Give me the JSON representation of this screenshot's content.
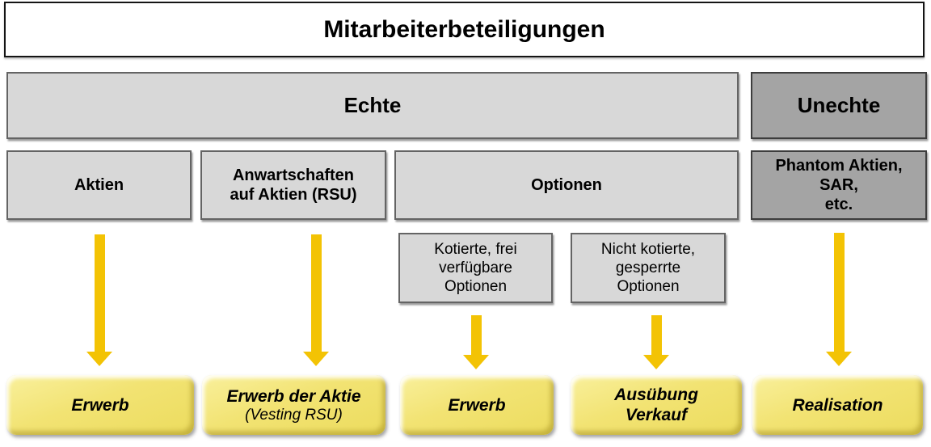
{
  "title": "Mitarbeiterbeteiligungen",
  "colors": {
    "light_gray": "#D8D8D8",
    "dark_gray": "#A4A4A4",
    "arrow_gold": "#F3C304",
    "box_yellow": "#F2E373"
  },
  "level2": [
    {
      "id": "echte",
      "label": "Echte",
      "variant": "light"
    },
    {
      "id": "unechte",
      "label": "Unechte",
      "variant": "dark"
    }
  ],
  "level3": [
    {
      "id": "aktien",
      "label": "Aktien",
      "parent": "echte",
      "variant": "light"
    },
    {
      "id": "anwartschaften",
      "label": "Anwartschaften\nauf Aktien (RSU)",
      "parent": "echte",
      "variant": "light"
    },
    {
      "id": "optionen",
      "label": "Optionen",
      "parent": "echte",
      "variant": "light"
    },
    {
      "id": "phantom",
      "label": "Phantom Aktien,\nSAR,\netc.",
      "parent": "unechte",
      "variant": "dark"
    }
  ],
  "level4": [
    {
      "id": "kotierte",
      "label": "Kotierte, frei\nverfügbare\nOptionen",
      "parent": "optionen"
    },
    {
      "id": "nicht_kotierte",
      "label": "Nicht kotierte,\ngesperrte\nOptionen",
      "parent": "optionen"
    }
  ],
  "outcomes": [
    {
      "id": "erwerb-aktien",
      "label": "Erwerb"
    },
    {
      "id": "erwerb-rsu",
      "label": "Erwerb der Aktie",
      "sublabel": "(Vesting RSU)"
    },
    {
      "id": "erwerb-optionen",
      "label": "Erwerb"
    },
    {
      "id": "ausuebung",
      "label": "Ausübung\nVerkauf"
    },
    {
      "id": "realisation",
      "label": "Realisation"
    }
  ]
}
